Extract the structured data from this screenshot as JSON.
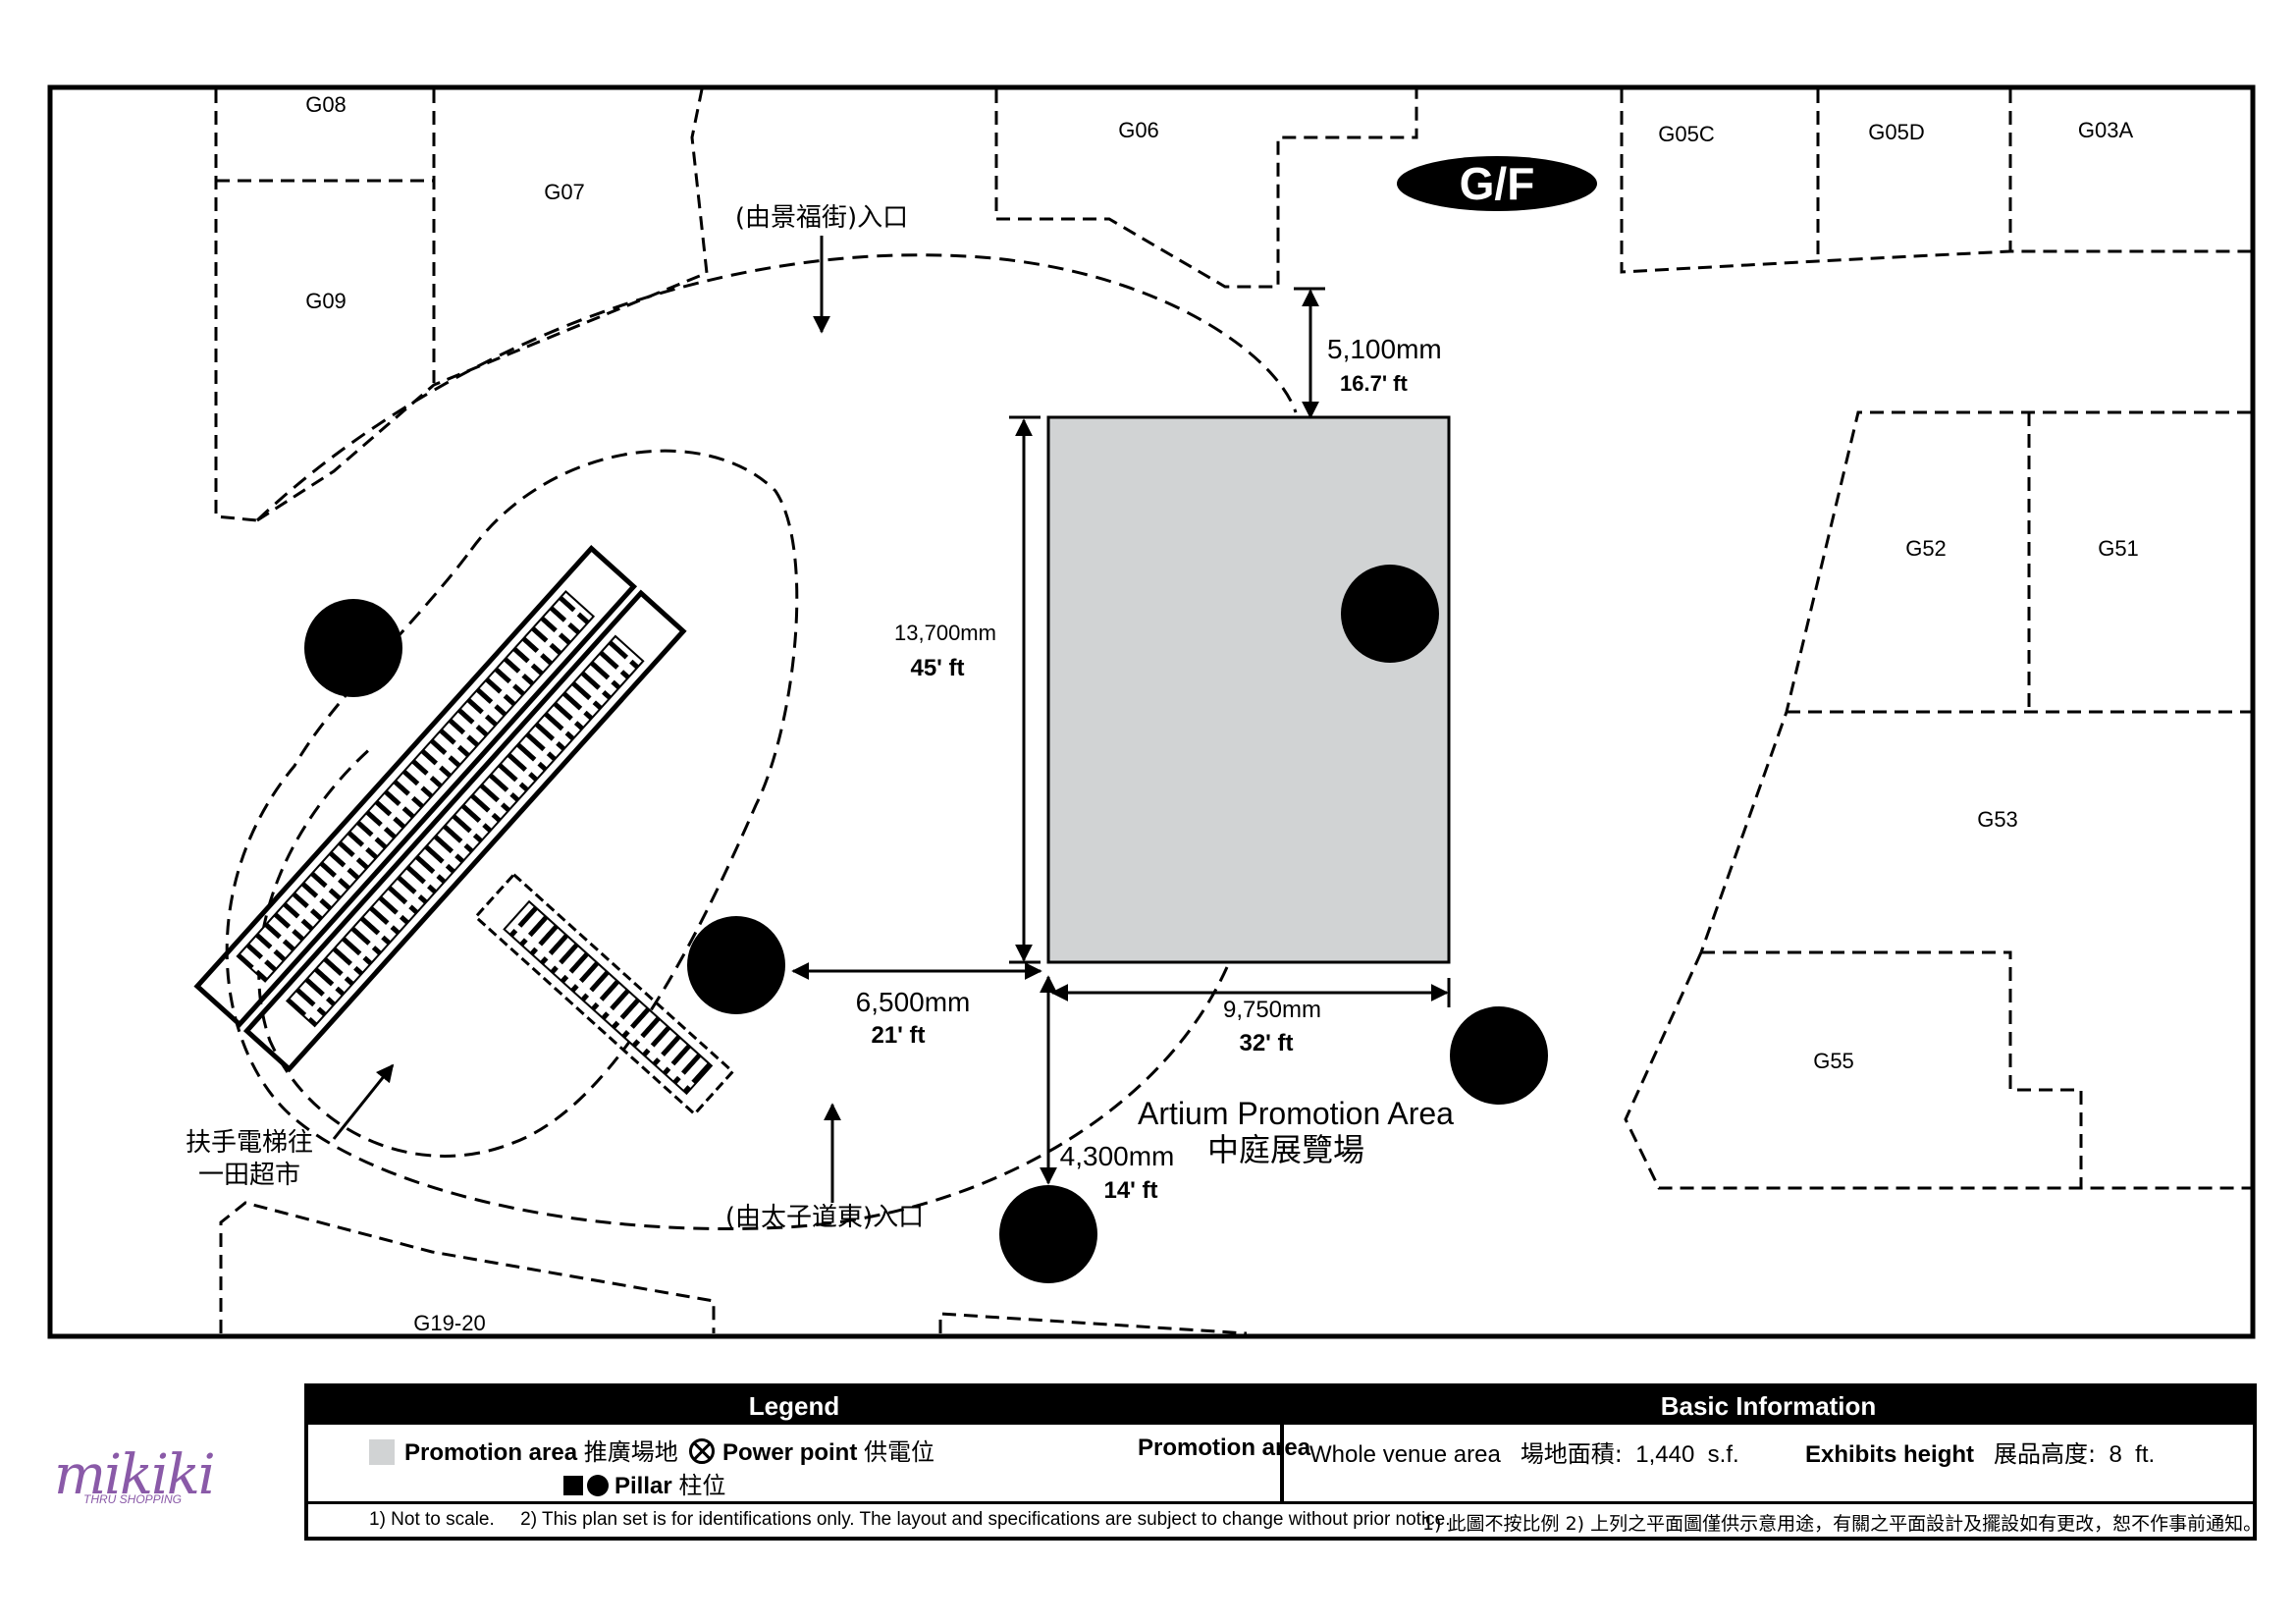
{
  "floor_label": "G/F",
  "shops": [
    "G08",
    "G07",
    "G09",
    "G06",
    "G05C",
    "G05D",
    "G03A",
    "G52",
    "G51",
    "G53",
    "G55",
    "G19-20"
  ],
  "entrances": {
    "north": "(由景福街)入口",
    "south": "(由太子道東)入口"
  },
  "escalator_note": [
    "扶手電梯往",
    "一田超市"
  ],
  "promotion_area": {
    "name_en": "Artium Promotion Area",
    "name_zh": "中庭展覽場",
    "fill_color": "#d1d3d4"
  },
  "dimensions": {
    "top_gap": {
      "mm": "5,100mm",
      "ft": "16.7' ft"
    },
    "height": {
      "mm": "13,700mm",
      "ft": "45' ft"
    },
    "left_gap": {
      "mm": "6,500mm",
      "ft": "21' ft"
    },
    "width": {
      "mm": "9,750mm",
      "ft": "32' ft"
    },
    "bottom_gap": {
      "mm": "4,300mm",
      "ft": "14' ft"
    }
  },
  "legend": {
    "title": "Legend",
    "promotion_en": "Promotion area",
    "promotion_zh": "推廣場地",
    "power_en": "Power point",
    "power_zh": "供電位",
    "pillar_en": "Pillar",
    "pillar_zh": "柱位"
  },
  "basic_info": {
    "title": "Basic Information",
    "promotion_label": "Promotion area",
    "whole_venue": "Whole venue area",
    "area_zh": "場地面積:",
    "area_value": "1,440  s.f.",
    "exhibits_label": "Exhibits height",
    "height_zh": "展品高度:",
    "height_value": "8  ft."
  },
  "notes": {
    "en": "1) Not to scale.     2) This plan set is for identifications only. The layout and specifications are subject to change without prior notice.",
    "zh": "1) 此圖不按比例  2) 上列之平面圖僅供示意用途，有關之平面設計及擺設如有更改，恕不作事前通知。"
  },
  "logo": {
    "text": "mikiki",
    "subtext": "THRU SHOPPING",
    "color": "#8a5aa8"
  }
}
